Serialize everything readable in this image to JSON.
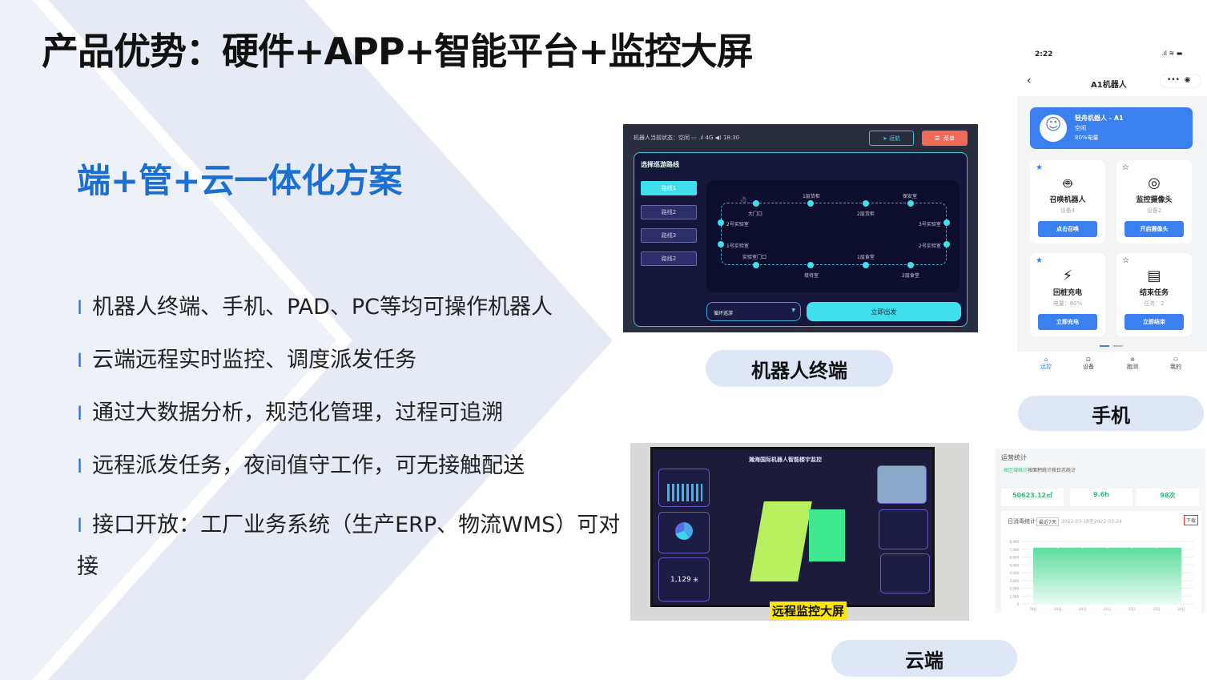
{
  "slide": {
    "title": "产品优势：硬件+APP+智能平台+监控大屏",
    "subtitle": "端+管+云一体化方案",
    "bullet_marker": "I",
    "bullets": [
      "机器人终端、手机、PAD、PC等均可操作机器人",
      "云端远程实时监控、调度派发任务",
      "通过大数据分析，规范化管理，过程可追溯",
      "远程派发任务，夜间值守工作，可无接触配送",
      "接口开放：工厂业务系统（生产ERP、物流WMS）可对接"
    ],
    "labels": {
      "terminal": "机器人终端",
      "phone": "手机",
      "cloud": "云端"
    },
    "colors": {
      "title_blue": "#1a6fd0",
      "pill_bg": "#dfe7f7",
      "accent_cyan": "#3ee0ee",
      "app_blue": "#3a80f0"
    }
  },
  "terminal": {
    "status": "机器人当前状态：空闲",
    "network": "4G",
    "time": "18:30",
    "return_btn": "返航",
    "menu_btn": "菜单",
    "panel_title": "选择巡游路线",
    "routes": [
      "路线1",
      "路线2",
      "路线3",
      "路线2"
    ],
    "nodes": [
      "大门口",
      "1层货柜",
      "2层货柜",
      "保安室",
      "3号实验室",
      "2号实验室",
      "2层食堂",
      "1层食堂",
      "接待室",
      "实验室门口",
      "1号实验室",
      "2号实验室"
    ],
    "mode_select": "循环巡游",
    "go_btn": "立即出发"
  },
  "phone": {
    "time": "2:22",
    "title": "A1机器人",
    "robot_name": "轻舟机器人 - A1",
    "robot_status": "空闲",
    "battery": "80%电量",
    "cards": [
      {
        "name": "召唤机器人",
        "sub": "设备4",
        "button": "点击召唤",
        "icon": "robot-icon",
        "starred": true
      },
      {
        "name": "监控摄像头",
        "sub": "设备2",
        "button": "开启摄像头",
        "icon": "camera-icon",
        "starred": false
      },
      {
        "name": "回桩充电",
        "sub": "电量：80%",
        "button": "立即充电",
        "icon": "plug-icon",
        "starred": true
      },
      {
        "name": "结束任务",
        "sub": "任务：2",
        "button": "立即结束",
        "icon": "task-end-icon",
        "starred": false
      }
    ],
    "tabs": [
      "远控",
      "设备",
      "跑测",
      "我的"
    ]
  },
  "screen": {
    "header": "瀚海国际机器人智能楼宇监控",
    "count": "1,129",
    "count_unit": "米",
    "caption": "远程监控大屏"
  },
  "stats": {
    "title": "运营统计",
    "tabs": [
      "按区域统计",
      "按面积统计",
      "按日志统计"
    ],
    "kpis": [
      "50623.12㎡",
      "9.6h",
      "98次"
    ],
    "chart_title": "日消毒统计",
    "range": "最近7天",
    "dates": "2022-03-18至2022-03-24",
    "download": "下载",
    "chart_data": {
      "type": "area",
      "categories": [
        "18日",
        "19日",
        "20日",
        "21日",
        "22日",
        "23日",
        "24日"
      ],
      "values": [
        7200,
        7200,
        7200,
        7200,
        7200,
        7200,
        7200
      ],
      "yticks": [
        "0",
        "1,000",
        "2,000",
        "3,000",
        "4,000",
        "5,000",
        "6,000",
        "7,000",
        "8,000"
      ],
      "ylim": [
        0,
        8000
      ]
    }
  }
}
